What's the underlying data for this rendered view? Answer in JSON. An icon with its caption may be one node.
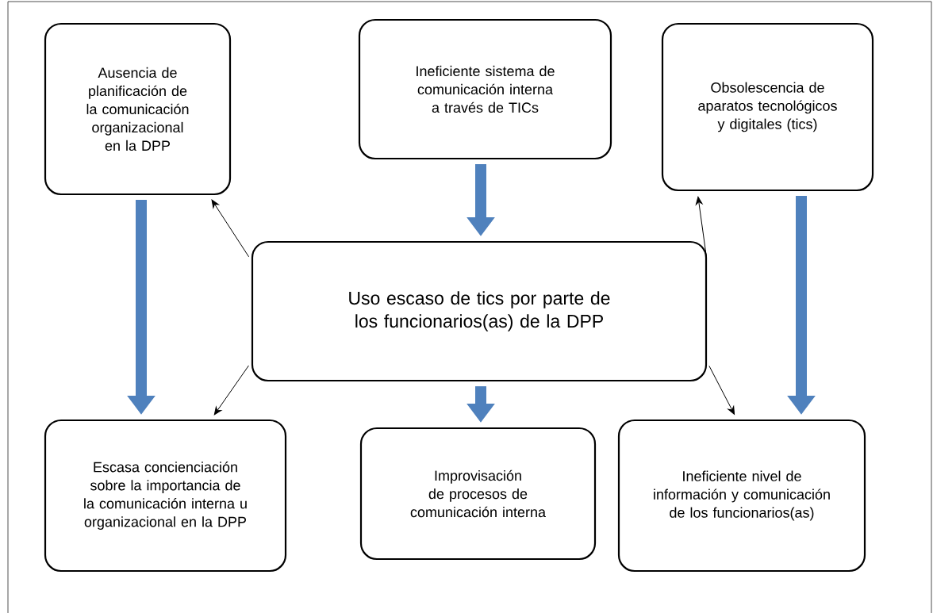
{
  "diagram": {
    "nodes": [
      {
        "text": [
          "Ausencia de planificación de la comunicación organizacional en la DPP"
        ]
      },
      {
        "text": [
          "Ineficiente  sistema de comunicación interna a través de TICs"
        ]
      },
      {
        "text": [
          "Obsolescencia de aparatos tecnológicos y digitales (tics)"
        ]
      },
      {
        "text": [
          "Uso escaso de tics por parte de los funcionarios(as) de la DPP"
        ]
      },
      {
        "text": [
          "Escasa concienciación sobre la importancia de la comunicación interna u organizacional en la DPP"
        ]
      },
      {
        "text": [
          "Improvisación de procesos de comunicación interna"
        ]
      },
      {
        "text": [
          "Ineficiente nivel de información y comunicación de los funcionarios(as)"
        ]
      }
    ],
    "edges": [
      {
        "from": 1,
        "to": 3,
        "arrow": "to",
        "style": "thick",
        "color": "#4f81bd"
      },
      {
        "from": 3,
        "to": 0,
        "arrow": "to",
        "color": "#000000"
      },
      {
        "from": 3,
        "to": 2,
        "arrow": "to",
        "color": "#000000"
      },
      {
        "from": 0,
        "to": 4,
        "arrow": "to",
        "style": "thick",
        "color": "#4f81bd"
      },
      {
        "from": 2,
        "to": 6,
        "arrow": "to",
        "style": "thick",
        "color": "#4f81bd"
      },
      {
        "from": 3,
        "to": 4,
        "arrow": "to",
        "color": "#000000"
      },
      {
        "from": 3,
        "to": 5,
        "arrow": "to",
        "style": "thick",
        "color": "#4f81bd"
      },
      {
        "from": 3,
        "to": 6,
        "arrow": "to",
        "color": "#000000"
      }
    ]
  }
}
